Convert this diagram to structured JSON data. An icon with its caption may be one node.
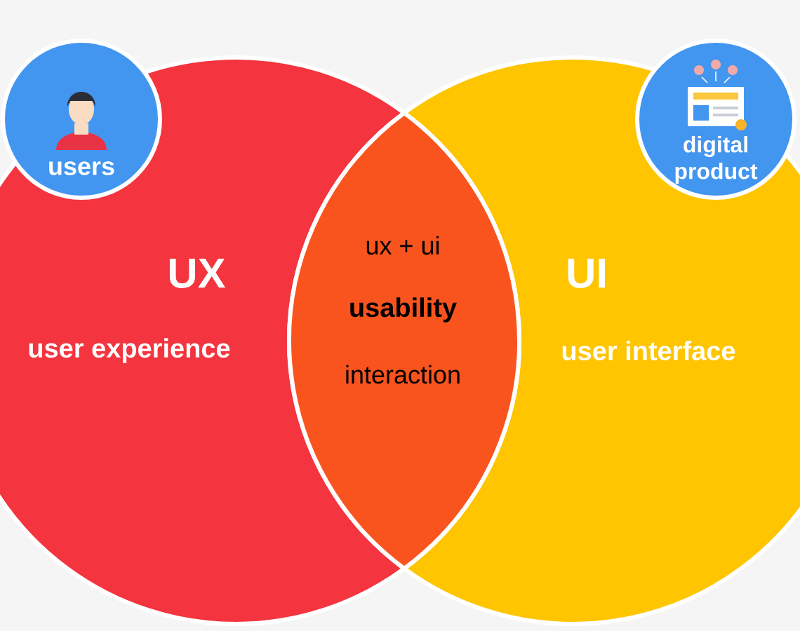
{
  "diagram": {
    "nodes": [
      {
        "text": [
          "UX",
          "user experience"
        ]
      },
      {
        "text": [
          "UI",
          "user interface"
        ]
      },
      {
        "text": [
          "ux + ui",
          "usability",
          "interaction"
        ]
      },
      {
        "text": [
          "users"
        ]
      },
      {
        "text": [
          "digital product"
        ]
      }
    ]
  }
}
